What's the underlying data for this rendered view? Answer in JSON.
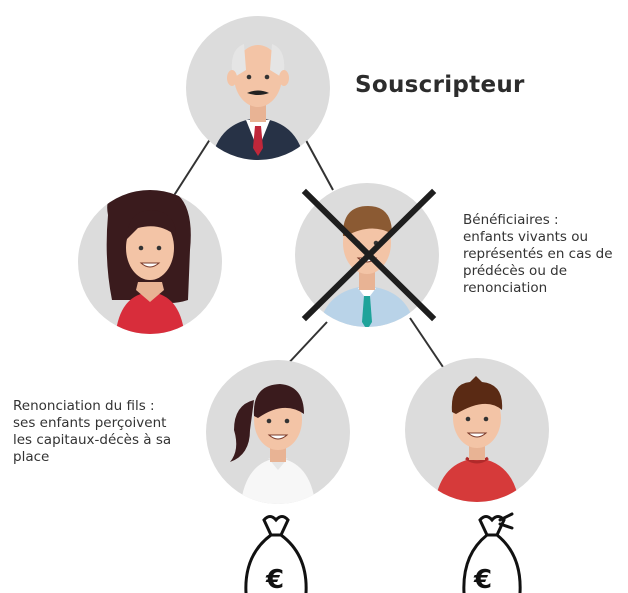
{
  "title": "Souscripteur",
  "beneficiaires": {
    "lines": [
      "Bénéficiaires :",
      "enfants vivants ou",
      "représentés en cas de",
      "prédécès ou de",
      "renonciation"
    ]
  },
  "renonciation": {
    "lines": [
      "Renonciation du fils :",
      "ses enfants perçoivent",
      "les capitaux-décès à sa",
      "place"
    ]
  },
  "money_bags": {
    "symbol": "€"
  },
  "colors": {
    "circle_bg": "#dcdcdc",
    "skin": "#f3c4a6",
    "connector": "#333333",
    "cross": "#1e1e1e"
  }
}
